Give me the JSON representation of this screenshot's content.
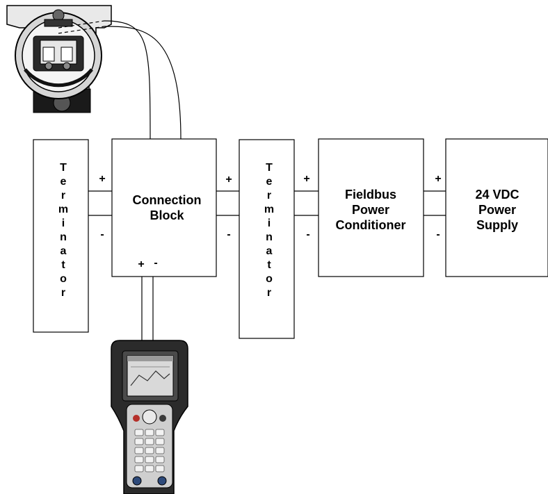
{
  "blocks": {
    "terminator_left": {
      "letters": [
        "T",
        "e",
        "r",
        "m",
        "i",
        "n",
        "a",
        "t",
        "o",
        "r"
      ]
    },
    "connection_block": {
      "line1": "Connection",
      "line2": "Block"
    },
    "terminator_right": {
      "letters": [
        "T",
        "e",
        "r",
        "m",
        "i",
        "n",
        "a",
        "t",
        "o",
        "r"
      ]
    },
    "power_conditioner": {
      "line1": "Fieldbus",
      "line2": "Power",
      "line3": "Conditioner"
    },
    "power_supply": {
      "line1": "24 VDC",
      "line2": "Power",
      "line3": "Supply"
    }
  },
  "polarity": {
    "plus": "+",
    "minus": "-"
  },
  "devices": {
    "transmitter": {
      "icon": "field-transmitter-icon"
    },
    "communicator": {
      "icon": "handheld-communicator-icon"
    }
  }
}
